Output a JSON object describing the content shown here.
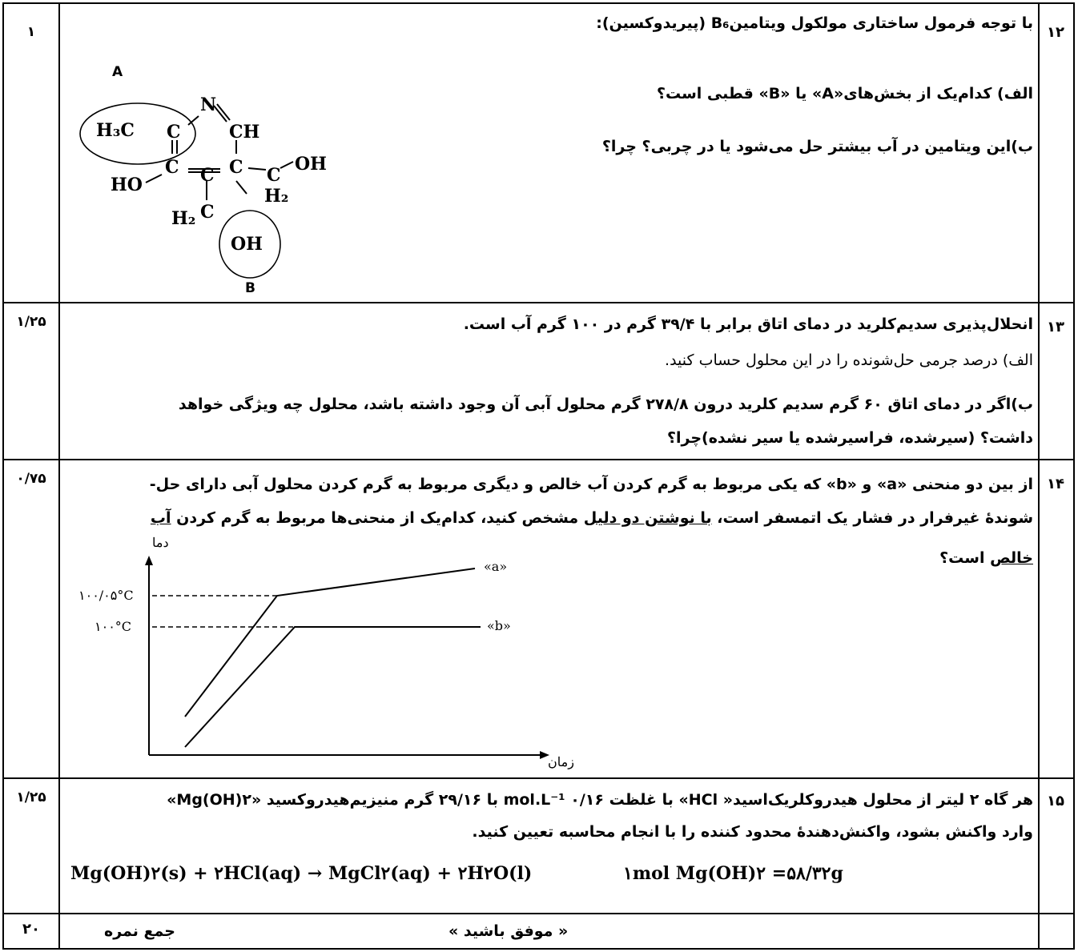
{
  "q12": {
    "number": "۱۲",
    "score": "۱",
    "intro": "با توجه فرمول ساختاری مولکول ویتامینB₆ (پیریدوکسین):",
    "part_a": "الف) کدام‌یک از بخش‌های«A»  یا «B» قطبی است؟",
    "part_b": "ب)این ویتامین در آب بیشتر حل می‌شود یا در چربی؟ چرا؟",
    "label_a": "A",
    "label_b": "B",
    "atoms": {
      "h3c": "H₃C",
      "n": "N",
      "ch": "CH",
      "c1": "C",
      "c2": "C",
      "c3": "C",
      "c4": "C",
      "c5": "C",
      "c6": "C",
      "oh1": "OH",
      "ho": "HO",
      "h2a": "H₂",
      "h2b": "H₂",
      "oh2": "OH"
    }
  },
  "q13": {
    "number": "۱۳",
    "score": "۱/۲۵",
    "line1": "انحلال‌پذیری سدیم‌کلرید در دمای اتاق برابر با ۳۹/۴ گرم در ۱۰۰ گرم آب است.",
    "line2": "الف) درصد جرمی حل‌شونده را در این محلول حساب کنید.",
    "line3": "ب)اگر در دمای اتاق ۶۰ گرم سدیم کلرید درون ۲۷۸/۸ گرم محلول آبی آن وجود داشته باشد، محلول چه ویژگی خواهد",
    "line4": "داشت؟ (سیرشده، فراسیرشده یا سیر نشده)چرا؟"
  },
  "q14": {
    "number": "۱۴",
    "score": "۰/۷۵",
    "line1": "از بین دو منحنی «a» و «b» که یکی مربوط به گرم کردن آب خالص و دیگری مربوط به گرم کردن محلول آبی دارای حل-",
    "line2_pre": "شوندهٔ غیرفرار در فشار یک اتمسفر است، ",
    "line2_u": "با نوشتن دو دلیل",
    "line2_mid": " مشخص کنید، کدام‌یک از منحنی‌ها مربوط به گرم کردن ",
    "line2_u2": "آب",
    "line3_u": "خالص",
    "line3_post": " است؟",
    "graph": {
      "y_axis_label": "دما",
      "x_axis_label": "زمان",
      "tick_high": "۱۰۰/۰۵°C",
      "tick_low": "۱۰۰°C",
      "curve_a_label": "«a»",
      "curve_b_label": "«b»"
    }
  },
  "q15": {
    "number": "۱۵",
    "score": "۱/۲۵",
    "line1": "هر گاه ۲ لیتر از محلول هیدروکلریک‌اسید« HCl» با غلظت ۰/۱۶ mol.L⁻¹ با ۲۹/۱۶ گرم منیزیم‌هیدروکسید «Mg(OH)۲»",
    "line2": "وارد واکنش بشود، واکنش‌دهندهٔ محدود کننده را با انجام محاسبه تعیین کنید.",
    "equation": "Mg(OH)۲(s) + ۲HCl(aq) → MgCl۲(aq) + ۲H۲O(l)",
    "molar": "۱mol Mg(OH)۲ =۵۸/۳۲g"
  },
  "footer": {
    "total_score": "۲۰",
    "total_label": "جمع نمره",
    "good_luck": "« موفق باشید »"
  }
}
